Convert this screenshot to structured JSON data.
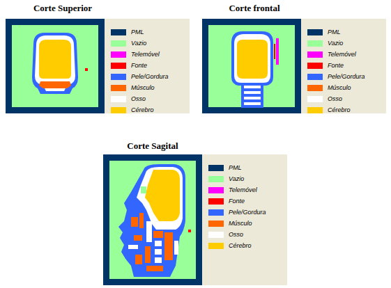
{
  "diagram": {
    "labels": [
      "Corte Superior",
      "Corte frontal",
      "Corte Sagital"
    ],
    "legend": [
      {
        "text": "PML",
        "color": "#003366"
      },
      {
        "text": "Vazio",
        "color": "#99ff99"
      },
      {
        "text": "Telemóvel",
        "color": "#ff00ff"
      },
      {
        "text": "Fonte",
        "color": "#ff0000"
      },
      {
        "text": "Pele/Gordura",
        "color": "#3366ff"
      },
      {
        "text": "Músculo",
        "color": "#ff6600"
      },
      {
        "text": "Osso",
        "color": "#ffffff"
      },
      {
        "text": "Cérebro",
        "color": "#ffcc00"
      },
      {
        "text": "PML",
        "color": "#003366"
      },
      {
        "text": "Vazio",
        "color": "#99ff99"
      },
      {
        "text": "Telemóvel",
        "color": "#ff00ff"
      },
      {
        "text": "Fonte",
        "color": "#ff0000"
      },
      {
        "text": "Pele/Gordura",
        "color": "#3366ff"
      },
      {
        "text": "Músculo",
        "color": "#ff6600"
      },
      {
        "text": "Osso",
        "color": "#ffffff"
      },
      {
        "text": "Cérebro",
        "color": "#ffcc00"
      },
      {
        "text": "PML",
        "color": "#003366"
      },
      {
        "text": "Vazio",
        "color": "#99ff99"
      },
      {
        "text": "Telemóvel",
        "color": "#ff00ff"
      },
      {
        "text": "Fonte",
        "color": "#ff0000"
      },
      {
        "text": "Pele/Gordura",
        "color": "#3366ff"
      },
      {
        "text": "Músculo",
        "color": "#ff6600"
      },
      {
        "text": "Osso",
        "color": "#ffffff"
      },
      {
        "text": "Cérebro",
        "color": "#ffcc00"
      }
    ]
  }
}
